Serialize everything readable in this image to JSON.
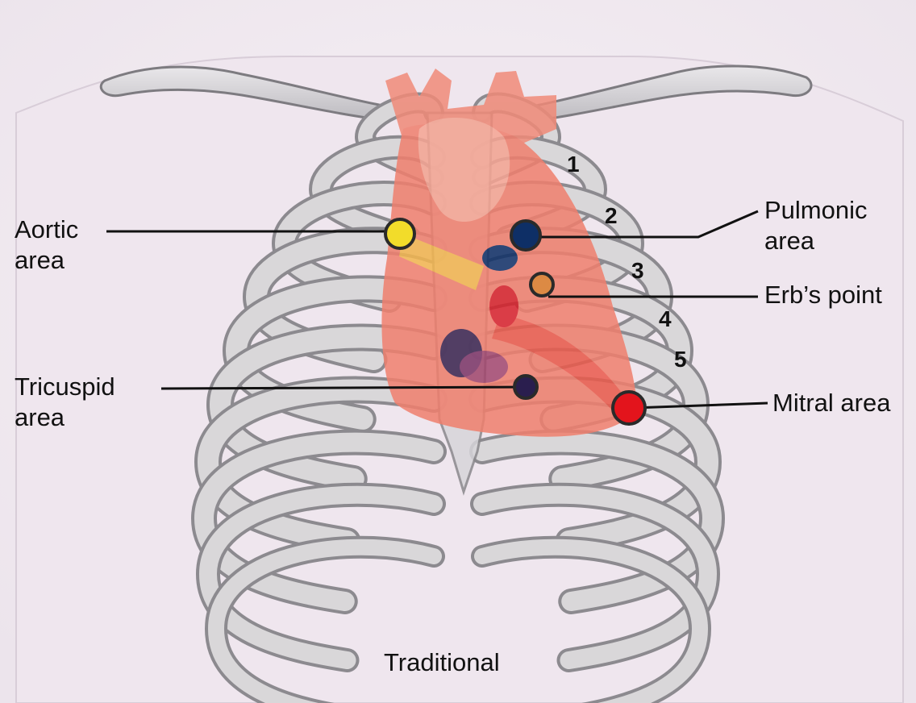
{
  "labels": {
    "aortic": [
      "Aortic",
      "area"
    ],
    "pulmonic": [
      "Pulmonic",
      "area"
    ],
    "erbs": "Erb’s point",
    "tricuspid": [
      "Tricuspid",
      "area"
    ],
    "mitral": "Mitral area"
  },
  "rib_numbers": [
    "1",
    "2",
    "3",
    "4",
    "5"
  ],
  "caption": "Traditional",
  "colors": {
    "aortic": "#f2dc2a",
    "pulmonic": "#0e2f66",
    "erbs": "#d98a3a",
    "tricuspid": "#2a1e4e",
    "mitral": "#e3141c",
    "heart": "#f07f6d",
    "bone": "#d9d7d9"
  }
}
